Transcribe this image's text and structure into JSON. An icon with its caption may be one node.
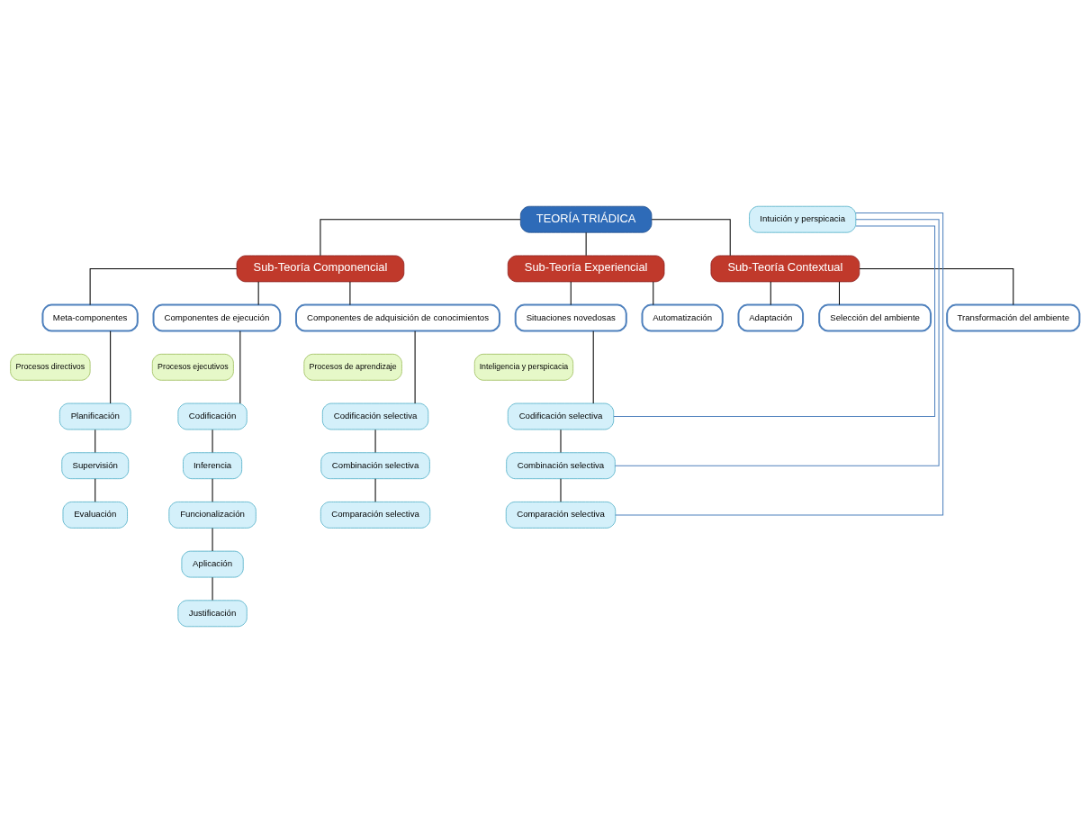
{
  "diagram": {
    "nodes": [
      {
        "text": [
          "TEORÍA TRIÁDICA"
        ]
      },
      {
        "text": [
          "Sub-Teoría Componencial"
        ]
      },
      {
        "text": [
          "Sub-Teoría Experiencial"
        ]
      },
      {
        "text": [
          "Sub-Teoría Contextual"
        ]
      },
      {
        "text": [
          "Meta-componentes"
        ]
      },
      {
        "text": [
          "Componentes de ejecución"
        ]
      },
      {
        "text": [
          "Componentes de adquisición de conocimientos"
        ]
      },
      {
        "text": [
          "Situaciones novedosas"
        ]
      },
      {
        "text": [
          "Automatización"
        ]
      },
      {
        "text": [
          "Adaptación"
        ]
      },
      {
        "text": [
          "Selección del ambiente"
        ]
      },
      {
        "text": [
          "Transformación del ambiente"
        ]
      },
      {
        "text": [
          "Procesos directivos"
        ]
      },
      {
        "text": [
          "Procesos ejecutivos"
        ]
      },
      {
        "text": [
          "Procesos de aprendizaje"
        ]
      },
      {
        "text": [
          "Inteligencia y perspicacia"
        ]
      },
      {
        "text": [
          "Planificación"
        ]
      },
      {
        "text": [
          "Supervisión"
        ]
      },
      {
        "text": [
          "Evaluación"
        ]
      },
      {
        "text": [
          "Codificación"
        ]
      },
      {
        "text": [
          "Inferencia"
        ]
      },
      {
        "text": [
          "Funcionalización"
        ]
      },
      {
        "text": [
          "Aplicación"
        ]
      },
      {
        "text": [
          "Justificación"
        ]
      },
      {
        "text": [
          "Codificación selectiva"
        ]
      },
      {
        "text": [
          "Combinación selectiva"
        ]
      },
      {
        "text": [
          "Comparación selectiva"
        ]
      },
      {
        "text": [
          "Codificación selectiva"
        ]
      },
      {
        "text": [
          "Combinación selectiva"
        ]
      },
      {
        "text": [
          "Comparación selectiva"
        ]
      },
      {
        "text": [
          "Intuición y perspicacia"
        ]
      }
    ],
    "edges": [
      {
        "from": 0,
        "to": 1,
        "arrow": "none"
      },
      {
        "from": 0,
        "to": 2,
        "arrow": "none"
      },
      {
        "from": 0,
        "to": 3,
        "arrow": "none"
      },
      {
        "from": 1,
        "to": 4,
        "arrow": "none"
      },
      {
        "from": 1,
        "to": 5,
        "arrow": "none"
      },
      {
        "from": 1,
        "to": 6,
        "arrow": "none"
      },
      {
        "from": 2,
        "to": 7,
        "arrow": "none"
      },
      {
        "from": 2,
        "to": 8,
        "arrow": "none"
      },
      {
        "from": 3,
        "to": 9,
        "arrow": "none"
      },
      {
        "from": 3,
        "to": 10,
        "arrow": "none"
      },
      {
        "from": 3,
        "to": 11,
        "arrow": "none"
      },
      {
        "from": 4,
        "to": 16,
        "arrow": "none"
      },
      {
        "from": 16,
        "to": 17,
        "arrow": "none"
      },
      {
        "from": 17,
        "to": 18,
        "arrow": "none"
      },
      {
        "from": 5,
        "to": 19,
        "arrow": "none"
      },
      {
        "from": 19,
        "to": 20,
        "arrow": "none"
      },
      {
        "from": 20,
        "to": 21,
        "arrow": "none"
      },
      {
        "from": 21,
        "to": 22,
        "arrow": "none"
      },
      {
        "from": 22,
        "to": 23,
        "arrow": "none"
      },
      {
        "from": 6,
        "to": 24,
        "arrow": "none"
      },
      {
        "from": 24,
        "to": 25,
        "arrow": "none"
      },
      {
        "from": 25,
        "to": 26,
        "arrow": "none"
      },
      {
        "from": 7,
        "to": 27,
        "arrow": "none"
      },
      {
        "from": 27,
        "to": 28,
        "arrow": "none"
      },
      {
        "from": 28,
        "to": 29,
        "arrow": "none"
      },
      {
        "from": 27,
        "to": 30,
        "arrow": "none",
        "color": "#4f81bd"
      },
      {
        "from": 28,
        "to": 30,
        "arrow": "none",
        "color": "#4f81bd"
      },
      {
        "from": 29,
        "to": 30,
        "arrow": "none",
        "color": "#4f81bd"
      }
    ]
  }
}
